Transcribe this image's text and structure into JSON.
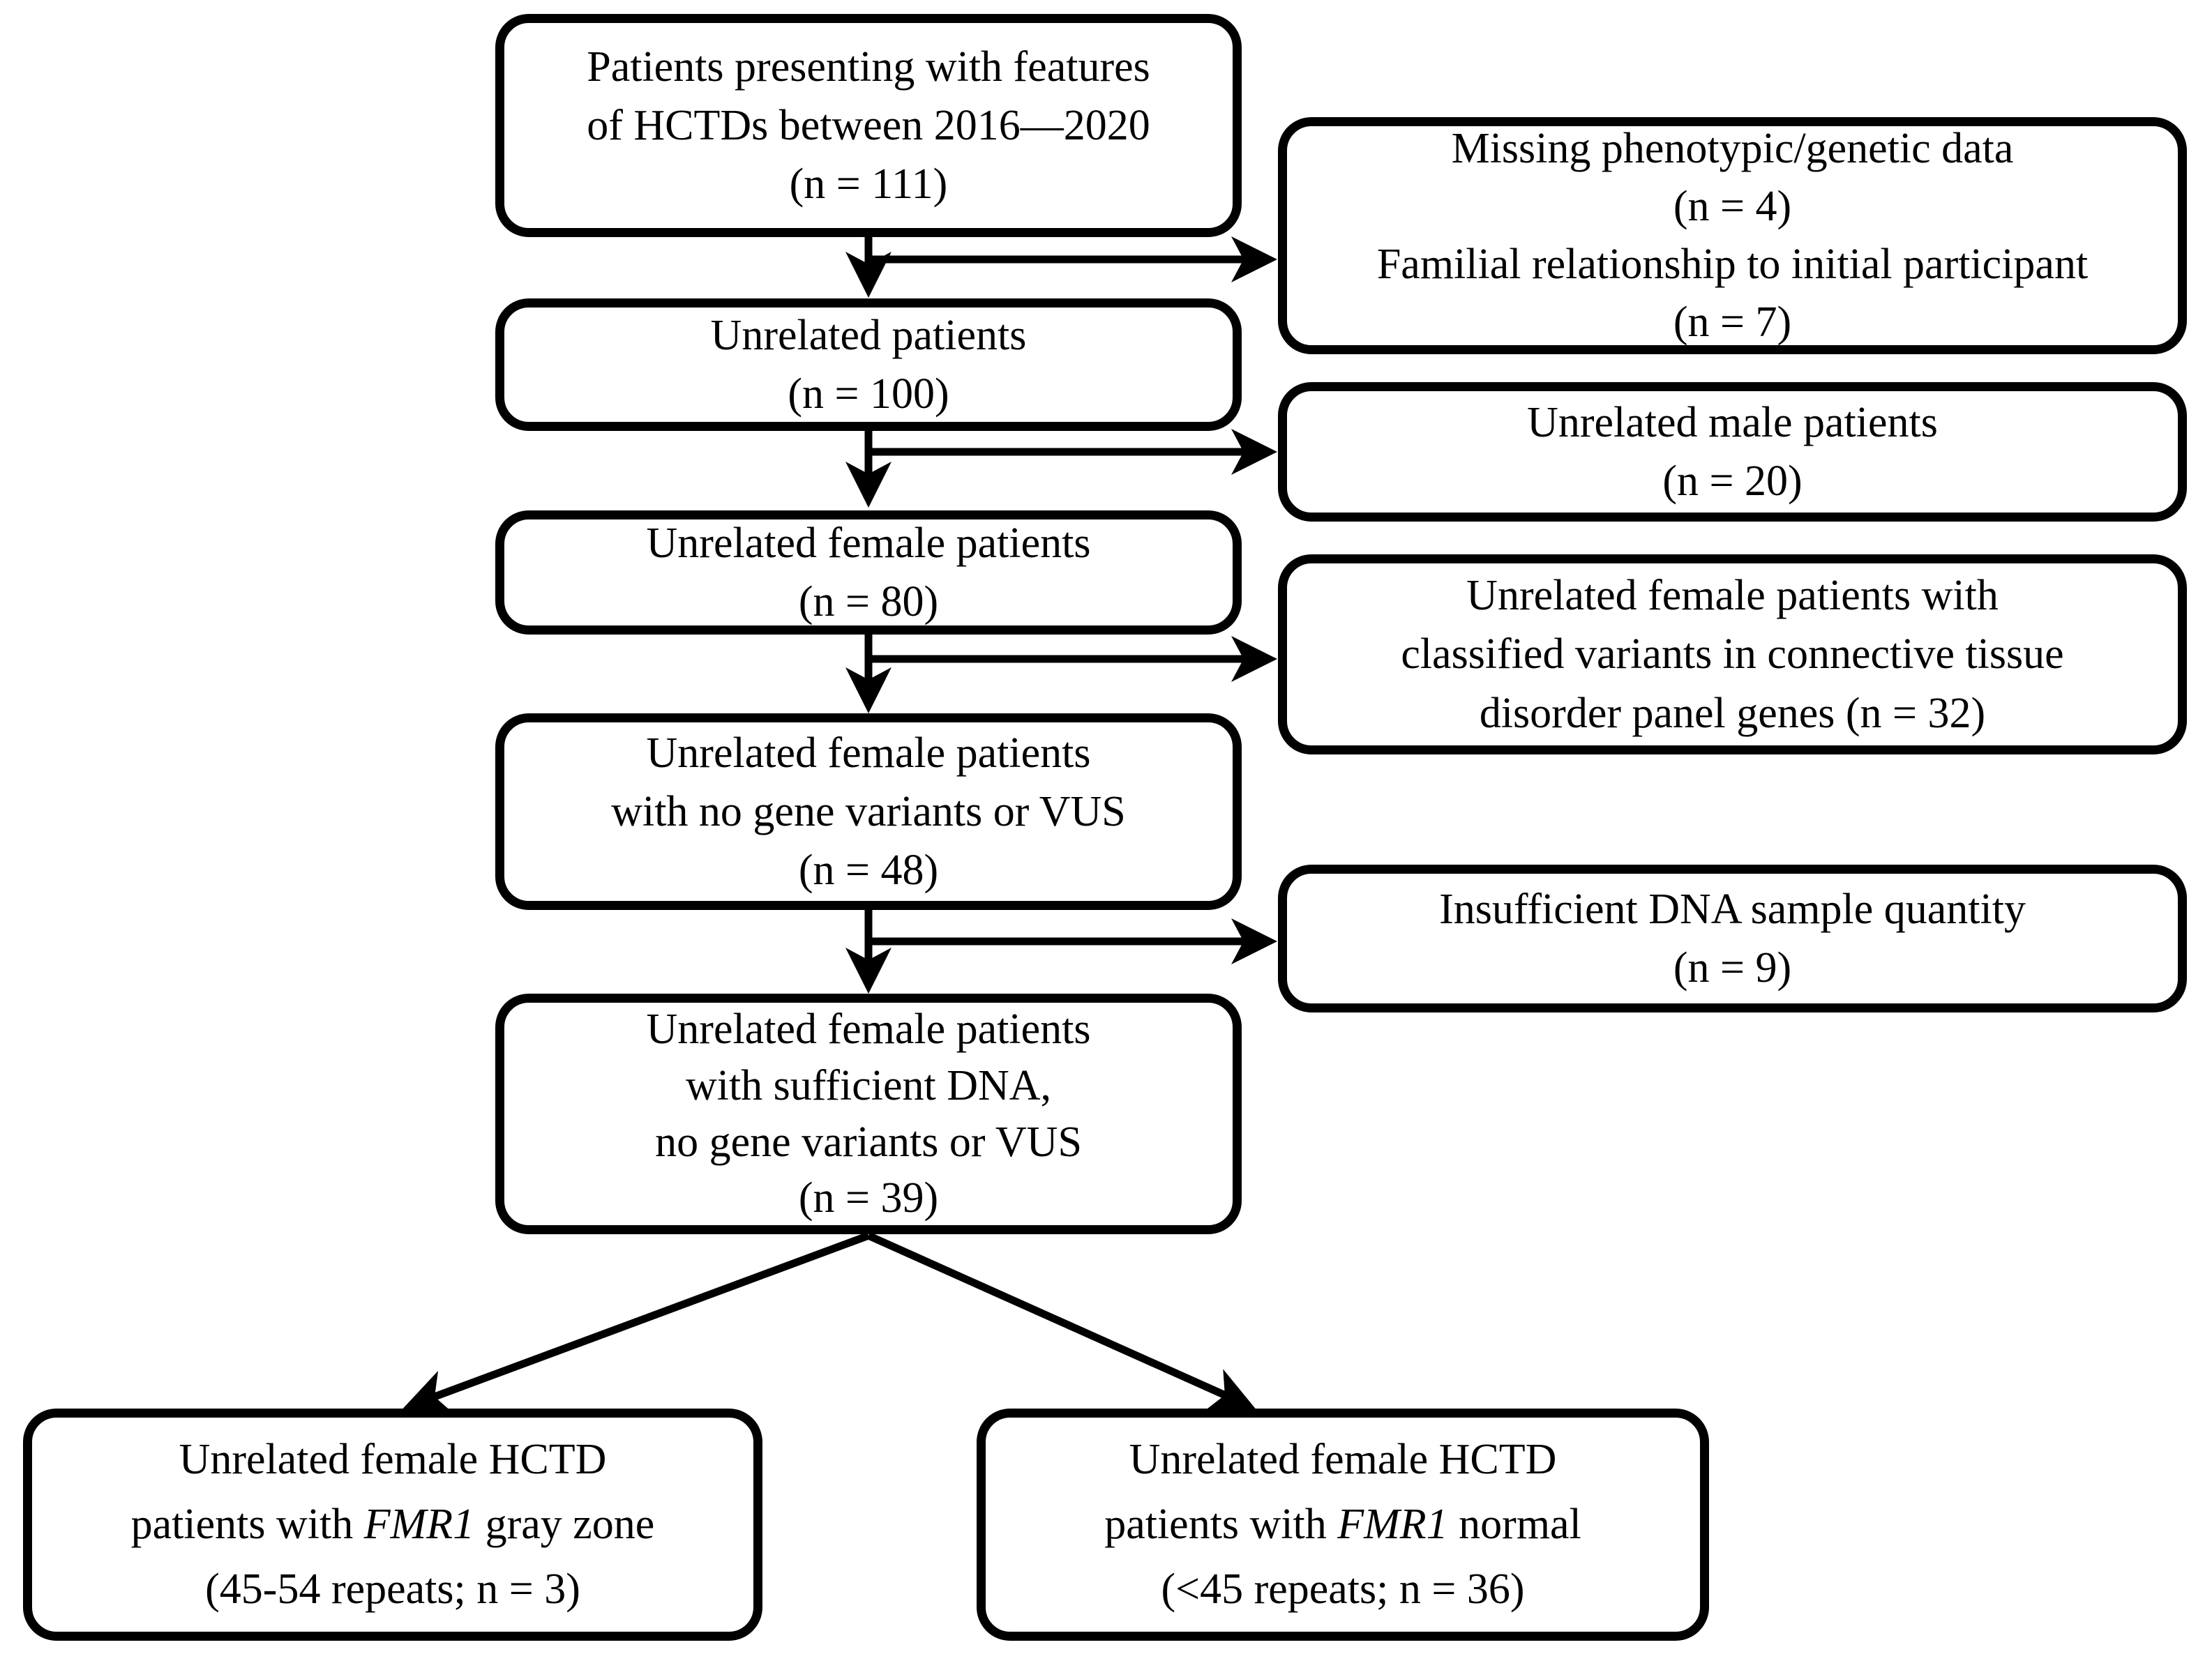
{
  "diagram": {
    "background_color": "#ffffff",
    "line_color": "#000000",
    "main_flow": [
      {
        "lines": [
          "Patients presenting with features",
          "of HCTDs between 2016—2020",
          "(n = 111)"
        ]
      },
      {
        "lines": [
          "Unrelated patients",
          "(n = 100)"
        ]
      },
      {
        "lines": [
          "Unrelated female patients",
          "(n = 80)"
        ]
      },
      {
        "lines": [
          "Unrelated female patients",
          "with no gene variants or VUS",
          "(n = 48)"
        ]
      },
      {
        "lines": [
          "Unrelated female patients",
          "with sufficient DNA,",
          "no gene variants or VUS",
          "(n = 39)"
        ]
      }
    ],
    "exclusions": [
      {
        "lines": [
          "Missing phenotypic/genetic data",
          "(n = 4)",
          "Familial relationship to initial participant",
          "(n = 7)"
        ]
      },
      {
        "lines": [
          "Unrelated male patients",
          "(n = 20)"
        ]
      },
      {
        "lines": [
          "Unrelated female patients with",
          "classified variants in connective tissue",
          "disorder panel genes (n = 32)"
        ]
      },
      {
        "lines": [
          "Insufficient DNA sample quantity",
          "(n = 9)"
        ]
      }
    ],
    "outcomes": [
      {
        "line1": "Unrelated female HCTD",
        "line2_pre": "patients with ",
        "gene": "FMR1",
        "line2_post": " gray zone",
        "line3": "(45-54 repeats; n = 3)"
      },
      {
        "line1": "Unrelated female HCTD",
        "line2_pre": "patients with ",
        "gene": "FMR1",
        "line2_post": " normal",
        "line3": "(<45 repeats; n = 36)"
      }
    ]
  }
}
